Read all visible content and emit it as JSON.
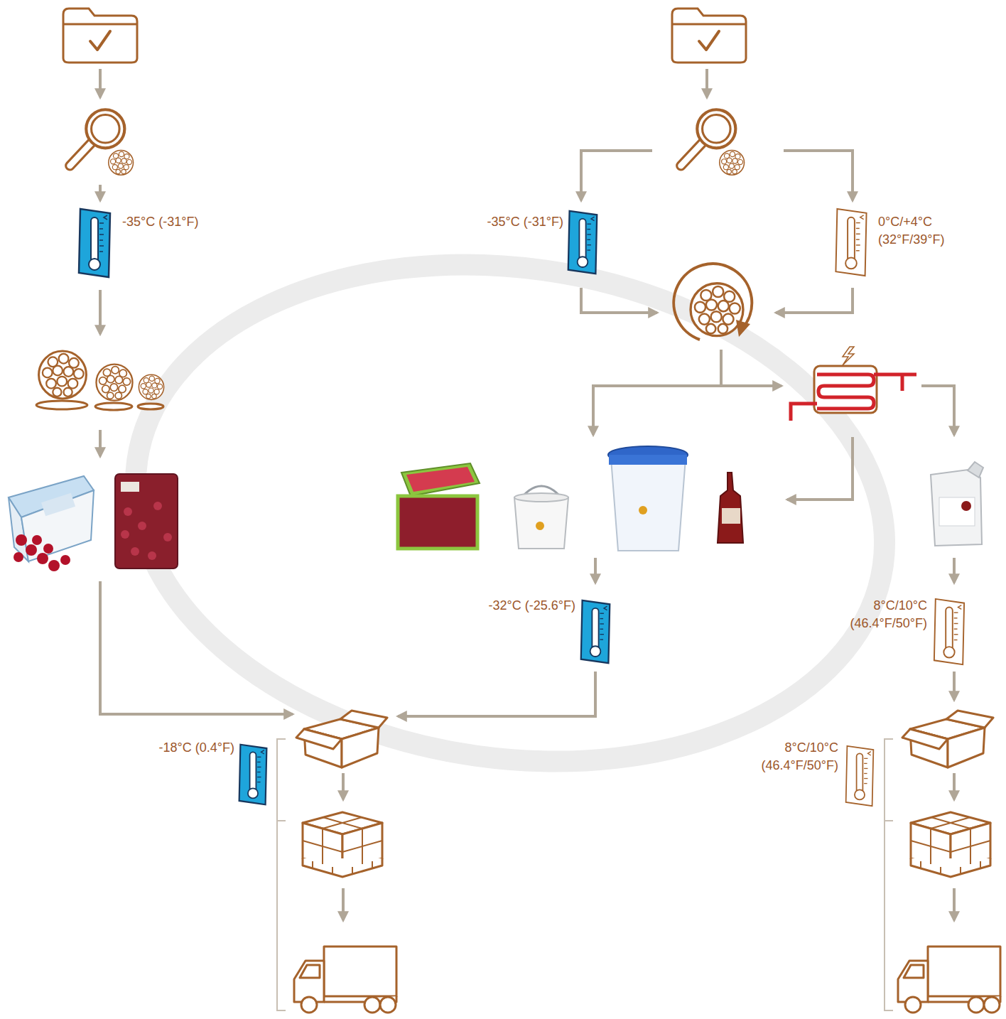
{
  "diagram": {
    "labels": [
      "-35°C (-31°F)",
      "-35°C (-31°F)",
      "0°C/+4°C (32°F/39°F)",
      "-32°C (-25.6°F)",
      "8°C/10°C (46.4°F/50°F)",
      "-18°C (0.4°F)",
      "8°C/10°C (46.4°F/50°F)"
    ]
  }
}
